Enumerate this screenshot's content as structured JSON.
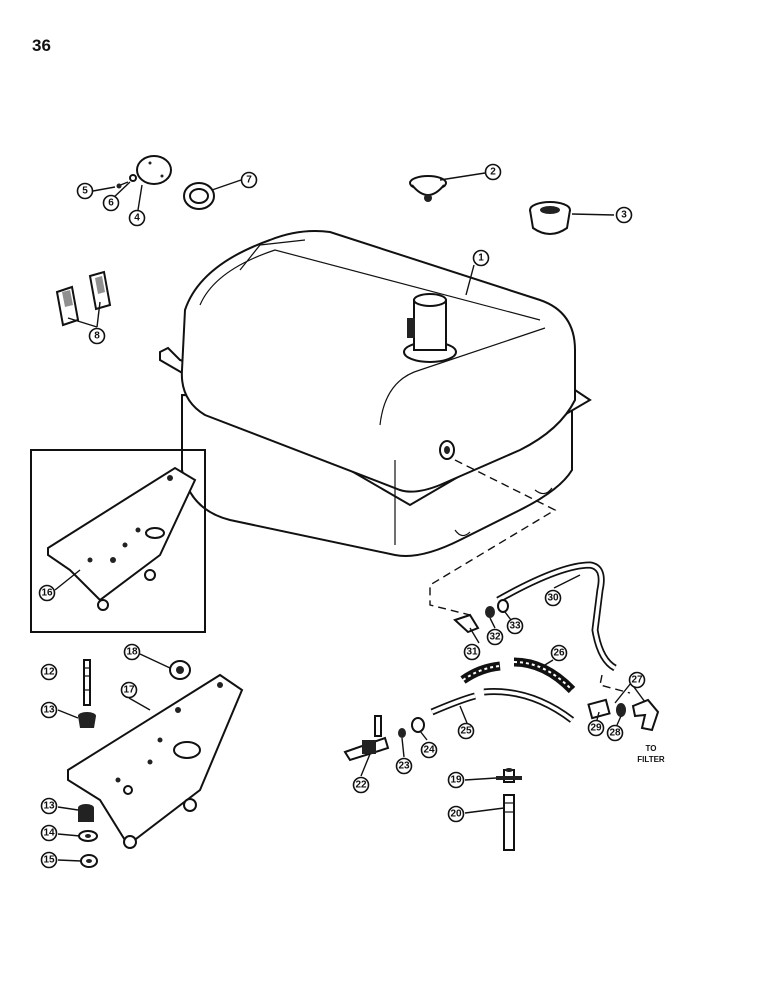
{
  "page": {
    "number": "36"
  },
  "callouts": [
    "1",
    "2",
    "3",
    "4",
    "5",
    "6",
    "7",
    "8",
    "12",
    "13",
    "14",
    "15",
    "16",
    "17",
    "18",
    "19",
    "20",
    "22",
    "23",
    "24",
    "25",
    "26",
    "27",
    "28",
    "29",
    "30",
    "31",
    "32",
    "33"
  ],
  "to_filter_lines": [
    "TO",
    "FILTER"
  ]
}
